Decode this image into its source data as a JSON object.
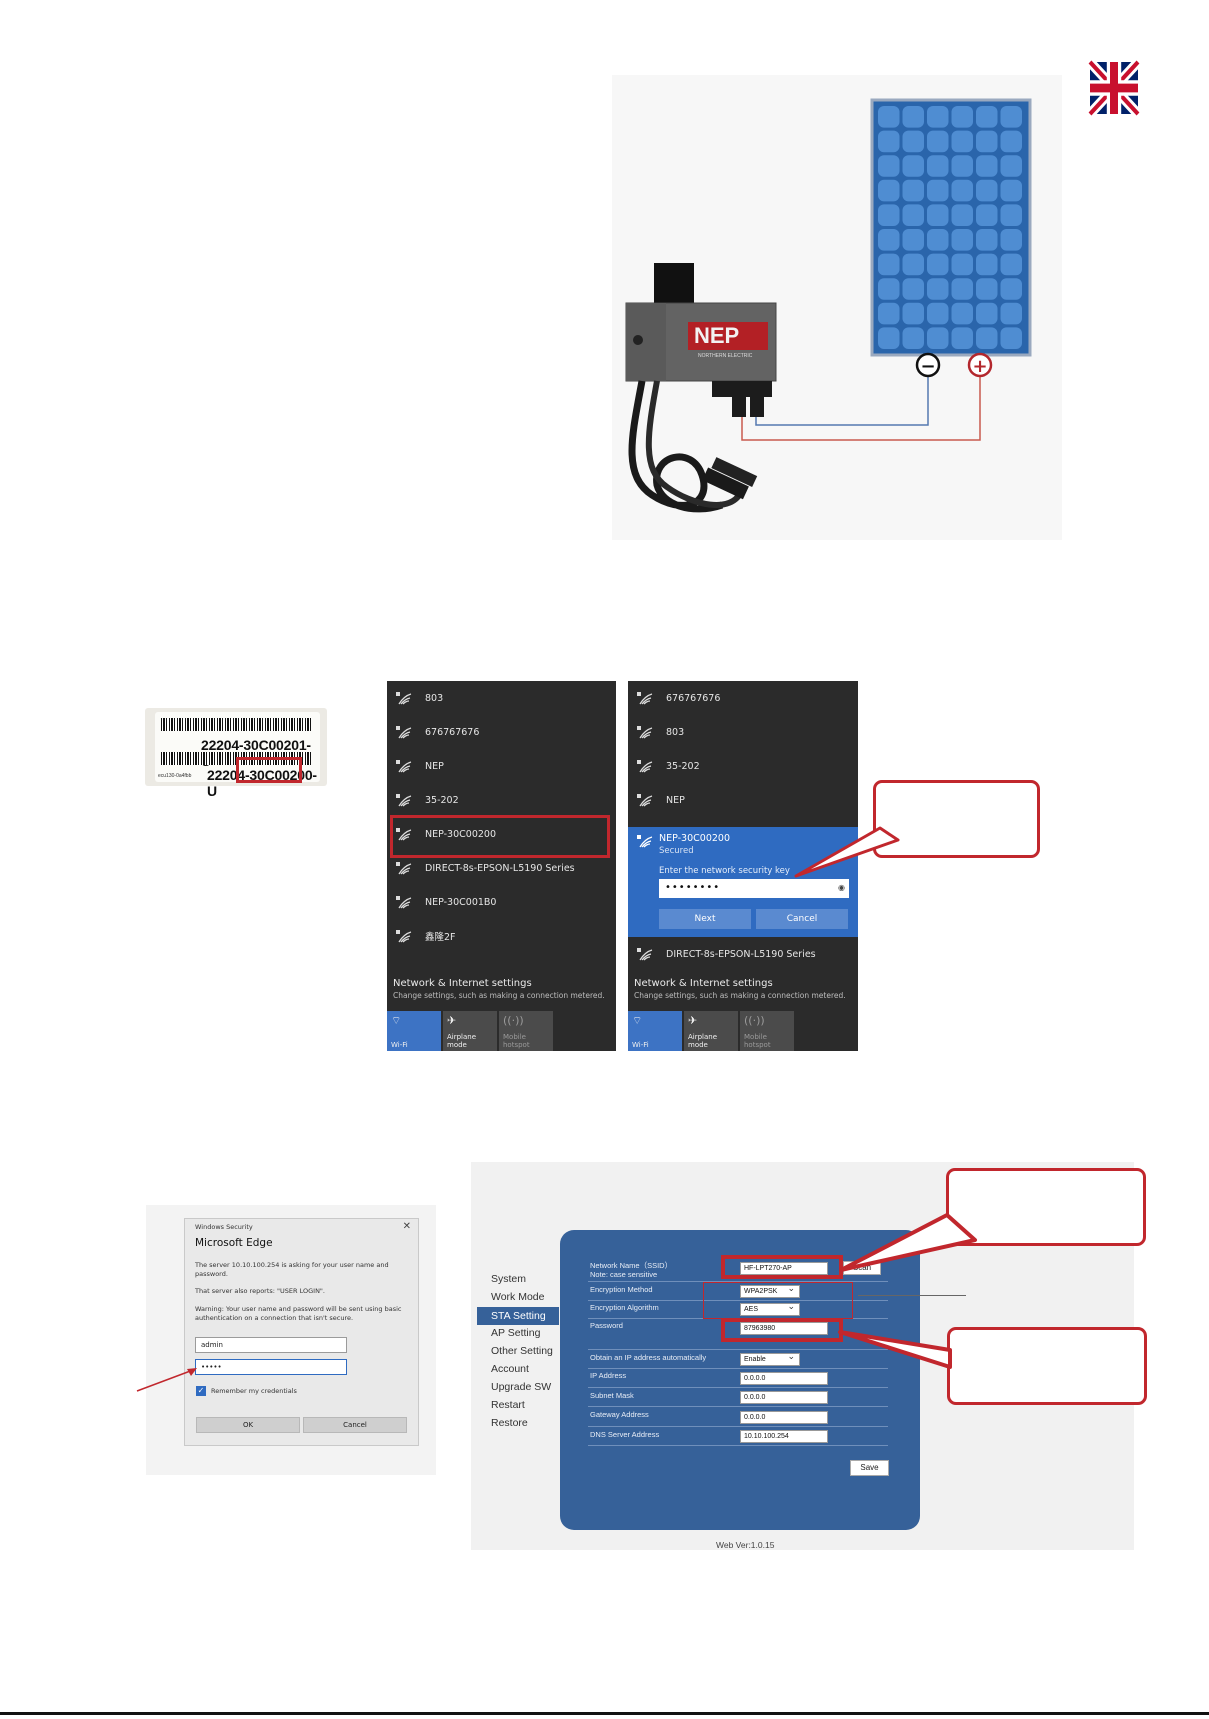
{
  "figure1": {
    "brand_logo": "NEP",
    "brand_sub": "NORTHERN ELECTRIC",
    "neg_symbol": "−",
    "pos_symbol": "+"
  },
  "serial_label": {
    "serial_top": "22204-30C00201-U",
    "serial_bottom_prefix": "22204",
    "serial_bottom_highlight": "30C00200",
    "serial_bottom_suffix": "-U",
    "small_text": "ecu130-0a4fbb"
  },
  "wifi_left": {
    "networks": [
      "803",
      "676767676",
      "NEP",
      "35-202",
      "NEP-30C00200",
      "DIRECT-8s-EPSON-L5190 Series",
      "NEP-30C001B0",
      "鑫隆2F"
    ],
    "settings_title": "Network & Internet settings",
    "settings_sub": "Change settings, such as making a connection metered.",
    "tiles": [
      "Wi-Fi",
      "Airplane mode",
      "Mobile hotspot"
    ]
  },
  "wifi_right": {
    "networks_top": [
      "676767676",
      "803",
      "35-202",
      "NEP"
    ],
    "expanded_name": "NEP-30C00200",
    "expanded_status": "Secured",
    "prompt": "Enter the network security key",
    "password_dots": "••••••••",
    "next_label": "Next",
    "cancel_label": "Cancel",
    "network_after": "DIRECT-8s-EPSON-L5190 Series",
    "settings_title": "Network & Internet settings",
    "settings_sub": "Change settings, such as making a connection metered.",
    "tiles": [
      "Wi-Fi",
      "Airplane mode",
      "Mobile hotspot"
    ]
  },
  "dialog": {
    "title": "Windows Security",
    "close": "✕",
    "heading": "Microsoft Edge",
    "line1": "The server 10.10.100.254 is asking for your user name and password.",
    "line2": "That server also reports: \"USER LOGIN\".",
    "line3": "Warning: Your user name and password will be sent using basic authentication on a connection that isn't secure.",
    "username": "admin",
    "password": "•••••",
    "remember": "Remember my credentials",
    "ok": "OK",
    "cancel": "Cancel"
  },
  "web": {
    "nav": [
      "System",
      "Work Mode",
      "STA Setting",
      "AP Setting",
      "Other Setting",
      "Account",
      "Upgrade SW",
      "Restart",
      "Restore"
    ],
    "selected_nav": "STA Setting",
    "ssid_label": "Network Name（SSID）",
    "ssid_note": "Note: case sensitive",
    "ssid_value": "HF-LPT270-AP",
    "scan": "Scan",
    "enc_method_label": "Encryption Method",
    "enc_method_value": "WPA2PSK",
    "enc_algo_label": "Encryption Algorithm",
    "enc_algo_value": "AES",
    "password_label": "Password",
    "password_value": "87963980",
    "obtain_label": "Obtain an IP address automatically",
    "obtain_value": "Enable",
    "ip_label": "IP Address",
    "ip_value": "0.0.0.0",
    "mask_label": "Subnet Mask",
    "mask_value": "0.0.0.0",
    "gateway_label": "Gateway Address",
    "gateway_value": "0.0.0.0",
    "dns_label": "DNS Server Address",
    "dns_value": "10.10.100.254",
    "save": "Save",
    "version": "Web Ver:1.0.15"
  },
  "colors": {
    "accent_red": "#c1272d",
    "windows_blue": "#2f6bc1",
    "router_blue": "#366199"
  }
}
